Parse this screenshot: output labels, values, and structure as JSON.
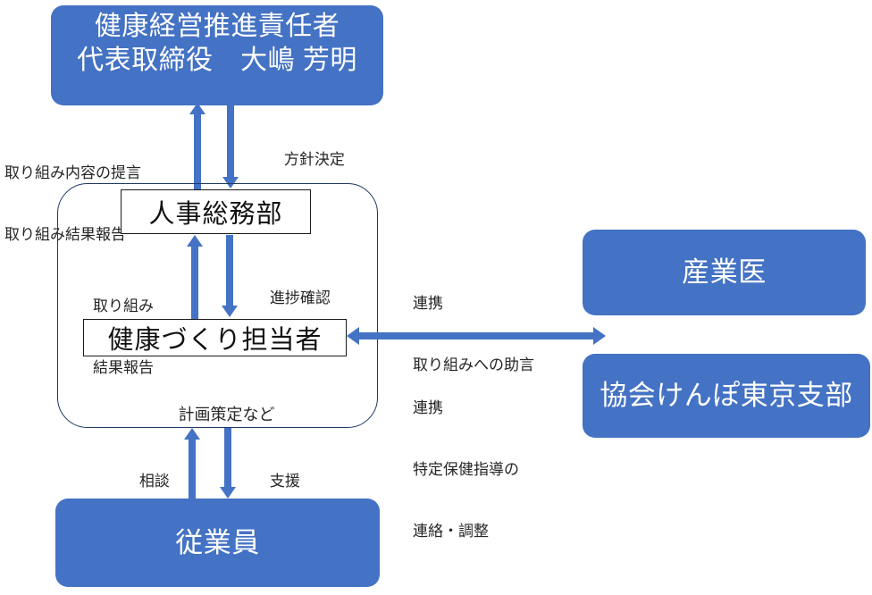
{
  "diagram": {
    "title_top": {
      "line1": "健康経営推進責任者",
      "line2": "代表取締役　大嶋 芳明"
    },
    "nodes": {
      "hr_department": "人事総務部",
      "health_officer": "健康づくり担当者",
      "planning_note": "計画策定など",
      "employees": "従業員",
      "occupational_physician": "産業医",
      "kenpo_branch": "協会けんぽ東京支部"
    },
    "edge_labels": {
      "proposal_line1": "取り組み内容の提言",
      "proposal_line2": "取り組み結果報告",
      "policy_decision": "方針決定",
      "result_report_line1": "取り組み",
      "result_report_line2": "結果報告",
      "progress_check": "進捗確認",
      "consult": "相談",
      "support": "支援",
      "physician_link_line1": "連携",
      "physician_link_line2": "取り組みへの助言",
      "kenpo_link_line1": "連携",
      "kenpo_link_line2": "特定保健指導の",
      "kenpo_link_line3": "連絡・調整"
    },
    "colors": {
      "accent_blue": "#4472C4",
      "container_border": "#1F3864",
      "box_border": "#1a1a1a",
      "text_dark": "#262626",
      "background": "#ffffff"
    }
  }
}
